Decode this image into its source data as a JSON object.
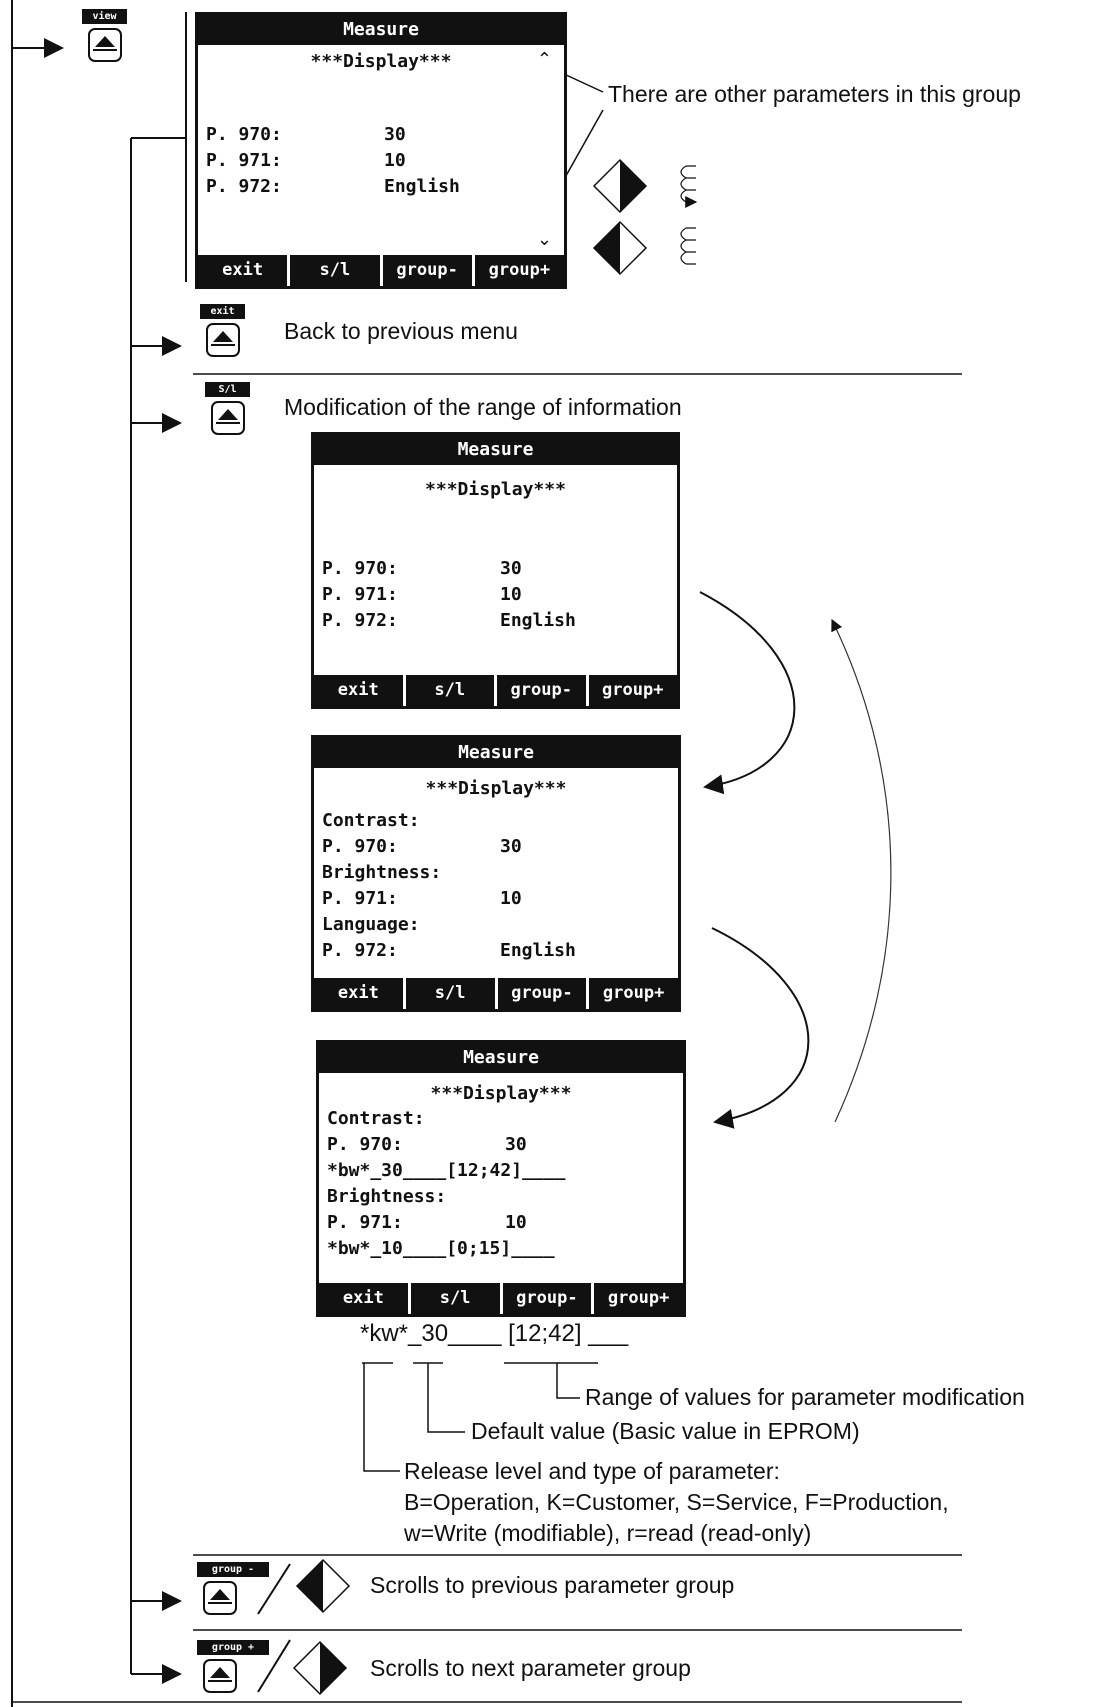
{
  "keys": {
    "view": "view",
    "exit": "exit",
    "sl": "S/l",
    "group_minus": "group -",
    "group_plus": "group +"
  },
  "screen_common": {
    "title": "Measure",
    "header": "***Display***",
    "softkeys": [
      "exit",
      "s/l",
      "group-",
      "group+"
    ]
  },
  "screen1": {
    "rows": [
      {
        "param": "P. 970:",
        "value": "30"
      },
      {
        "param": "P. 971:",
        "value": "10"
      },
      {
        "param": "P. 972:",
        "value": "English"
      }
    ]
  },
  "screen2": {
    "rows": [
      {
        "param": "P. 970:",
        "value": "30"
      },
      {
        "param": "P. 971:",
        "value": "10"
      },
      {
        "param": "P. 972:",
        "value": "English"
      }
    ]
  },
  "screen3": {
    "rows": [
      {
        "param": "Contrast:",
        "value": ""
      },
      {
        "param": "P. 970:",
        "value": "30"
      },
      {
        "param": "Brightness:",
        "value": ""
      },
      {
        "param": "P. 971:",
        "value": "10"
      },
      {
        "param": "Language:",
        "value": ""
      },
      {
        "param": "P. 972:",
        "value": "English"
      }
    ]
  },
  "screen4": {
    "rows": [
      {
        "param": "Contrast:",
        "value": ""
      },
      {
        "param": "P. 970:",
        "value": "30"
      },
      {
        "param": "*bw*_30____[12;42]____",
        "value": ""
      },
      {
        "param": "Brightness:",
        "value": ""
      },
      {
        "param": "P. 971:",
        "value": "10"
      },
      {
        "param": "*bw*_10____[0;15]____",
        "value": ""
      }
    ]
  },
  "annotations": {
    "other_params": "There are other parameters in this group",
    "back": "Back to previous menu",
    "modification": "Modification of the range of information",
    "code_example": "*kw*_30____ [12;42] ___",
    "range": "Range of values for parameter modification",
    "default": "Default value (Basic value in EPROM)",
    "release1": "Release level and type of parameter:",
    "release2": "B=Operation, K=Customer, S=Service, F=Production,",
    "release3": "w=Write (modifiable), r=read (read-only)",
    "prev_group": "Scrolls to previous parameter group",
    "next_group": "Scrolls to next parameter group"
  }
}
